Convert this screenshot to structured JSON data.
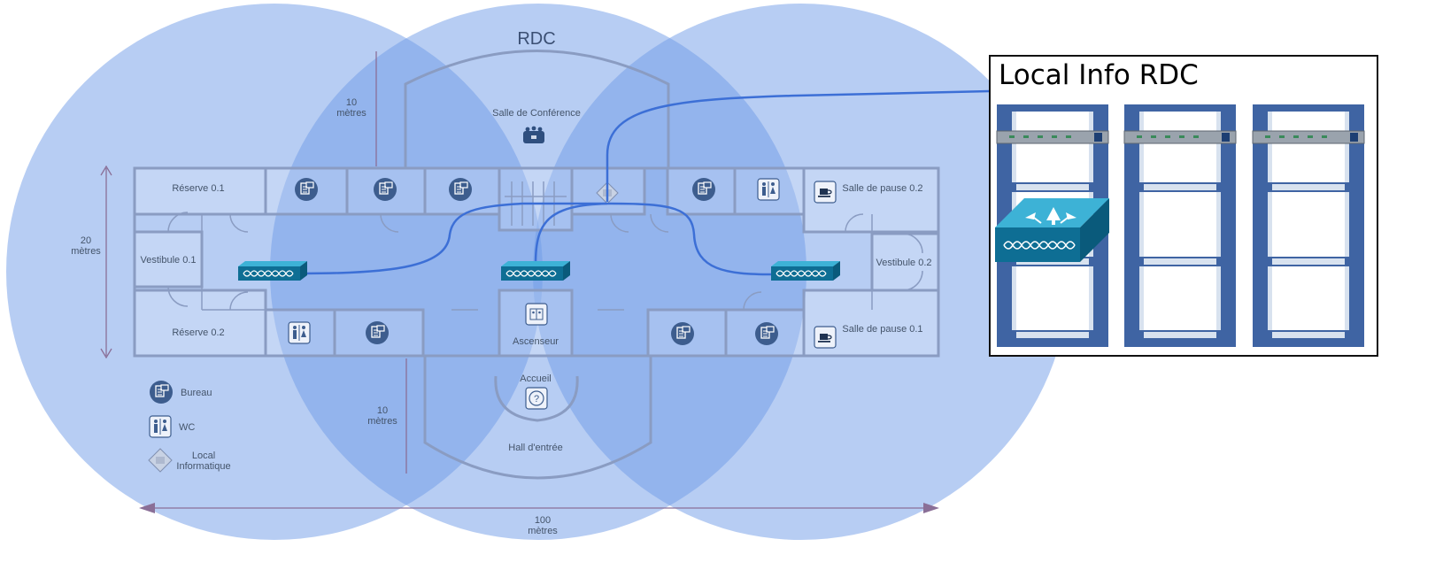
{
  "floor_title": "RDC",
  "rooms": {
    "reserve_01": "Réserve 0.1",
    "reserve_02": "Réserve 0.2",
    "vestibule_01": "Vestibule 0.1",
    "vestibule_02": "Vestibule 0.2",
    "salle_conference": "Salle de Conférence",
    "salle_pause_02": "Salle de pause 0.2",
    "salle_pause_01": "Salle de pause 0.1",
    "ascenseur": "Ascenseur",
    "accueil": "Accueil",
    "hall": "Hall d'entrée"
  },
  "dimensions": {
    "top_value": "10",
    "top_unit": "mètres",
    "left_value": "20",
    "left_unit": "mètres",
    "bottom_value": "10",
    "bottom_unit": "mètres",
    "width_value": "100",
    "width_unit": "mètres"
  },
  "legend": {
    "bureau": "Bureau",
    "wc": "WC",
    "local_line1": "Local",
    "local_line2": "Informatique"
  },
  "panel": {
    "title": "Local Info RDC"
  },
  "icons": {
    "office": "office-icon",
    "wc": "wc-icon",
    "switch": "switch-icon",
    "router": "router-icon",
    "coffee": "coffee-icon",
    "help": "help-icon",
    "elevator": "elevator-icon",
    "conference": "conference-icon",
    "server_room": "server-room-icon"
  },
  "colors": {
    "coverage": "#6f9be8",
    "cable": "#3c6fd6",
    "rack": "#3f64a3",
    "device": "#0e6e94"
  }
}
